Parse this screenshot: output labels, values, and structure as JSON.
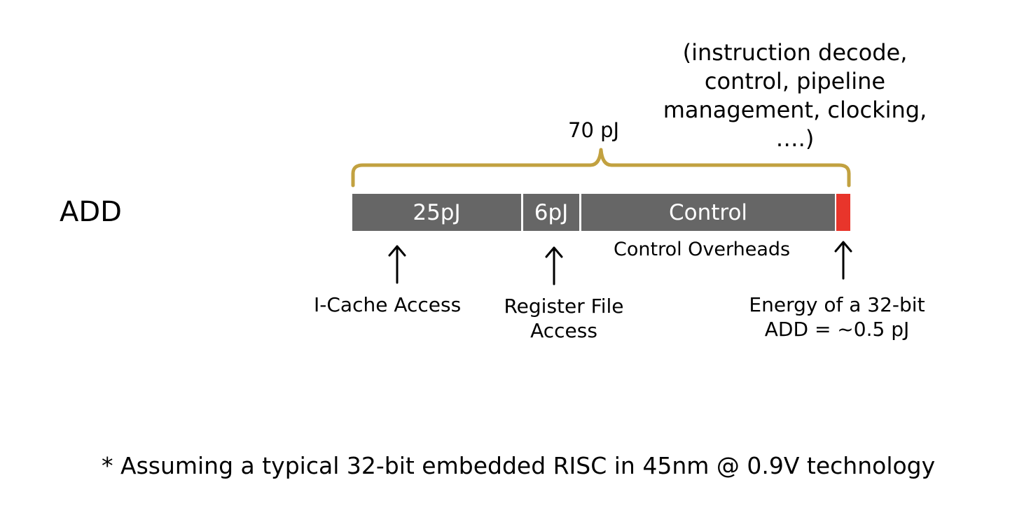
{
  "row_label": "ADD",
  "bar": {
    "segments": [
      {
        "id": "icache",
        "label": "25pJ",
        "value_pj": 25
      },
      {
        "id": "regfile",
        "label": "6pJ",
        "value_pj": 6
      },
      {
        "id": "control",
        "label": "Control",
        "value_pj": null
      },
      {
        "id": "add",
        "label": "",
        "value_pj": 0.5
      }
    ]
  },
  "total_label": "70 pJ",
  "control_note": "(instruction decode, control, pipeline management, clocking,  ….)",
  "labels": {
    "icache": "I-Cache Access",
    "regfile": "Register File Access",
    "control_overheads": "Control Overheads",
    "add_energy": "Energy of a 32-bit ADD  = ~0.5 pJ"
  },
  "footnote": "* Assuming a typical 32-bit embedded RISC in 45nm @ 0.9V technology",
  "colors": {
    "segment_gray": "#666666",
    "add_red": "#e8352b",
    "brace_gold": "#c2a140",
    "segment_divider": "#ffffff"
  },
  "icons": [
    "up-arrow-icon",
    "curly-brace"
  ]
}
